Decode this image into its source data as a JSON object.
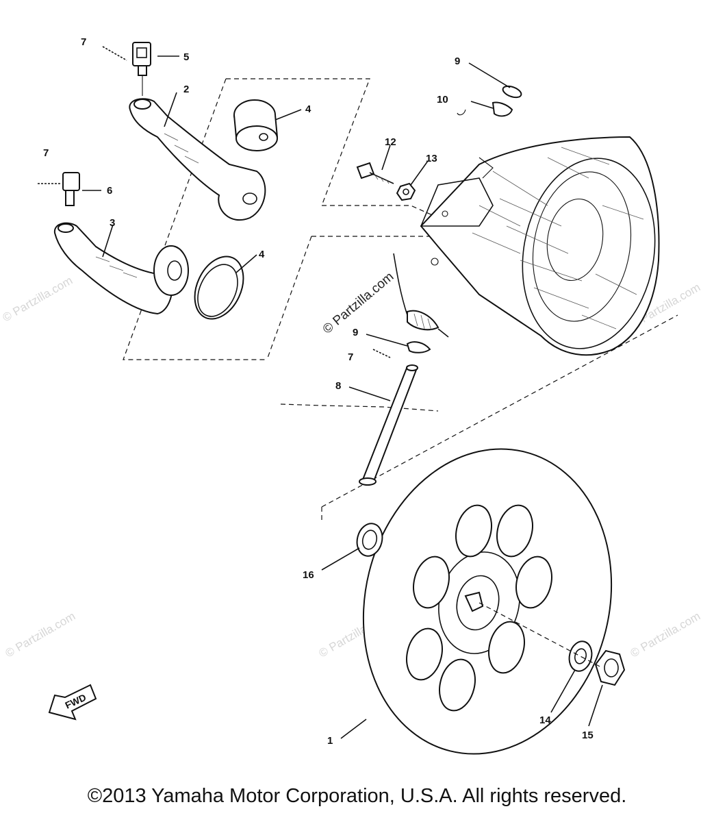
{
  "copyright": "©2013  Yamaha Motor Corporation, U.S.A. All rights reserved.",
  "watermark": "© Partzilla.com",
  "fwd_label": "FWD",
  "callouts": [
    {
      "id": "c-7a",
      "text": "7"
    },
    {
      "id": "c-5",
      "text": "5"
    },
    {
      "id": "c-2",
      "text": "2"
    },
    {
      "id": "c-4a",
      "text": "4"
    },
    {
      "id": "c-7b",
      "text": "7"
    },
    {
      "id": "c-6",
      "text": "6"
    },
    {
      "id": "c-3",
      "text": "3"
    },
    {
      "id": "c-4b",
      "text": "4"
    },
    {
      "id": "c-9a",
      "text": "9"
    },
    {
      "id": "c-10",
      "text": "10"
    },
    {
      "id": "c-12",
      "text": "12"
    },
    {
      "id": "c-13",
      "text": "13"
    },
    {
      "id": "c-9b",
      "text": "9"
    },
    {
      "id": "c-7c",
      "text": "7"
    },
    {
      "id": "c-8",
      "text": "8"
    },
    {
      "id": "c-16",
      "text": "16"
    },
    {
      "id": "c-14",
      "text": "14"
    },
    {
      "id": "c-15",
      "text": "15"
    },
    {
      "id": "c-1",
      "text": "1"
    }
  ]
}
